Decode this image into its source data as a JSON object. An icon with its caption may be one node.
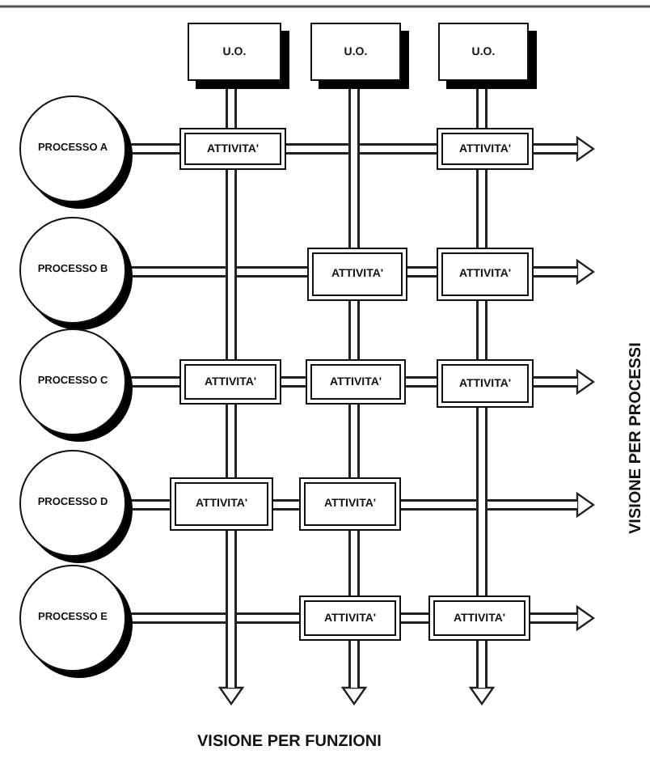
{
  "diagram": {
    "nodes": [
      {
        "text": [
          "U.O."
        ]
      },
      {
        "text": [
          "U.O."
        ]
      },
      {
        "text": [
          "U.O."
        ]
      },
      {
        "text": [
          "PROCESSO A"
        ]
      },
      {
        "text": [
          "PROCESSO B"
        ]
      },
      {
        "text": [
          "PROCESSO C"
        ]
      },
      {
        "text": [
          "PROCESSO D"
        ]
      },
      {
        "text": [
          "PROCESSO E"
        ]
      },
      {
        "text": [
          "ATTIVITA'"
        ]
      },
      {
        "text": [
          "ATTIVITA'"
        ]
      },
      {
        "text": [
          "ATTIVITA'"
        ]
      },
      {
        "text": [
          "ATTIVITA'"
        ]
      },
      {
        "text": [
          "ATTIVITA'"
        ]
      },
      {
        "text": [
          "ATTIVITA'"
        ]
      },
      {
        "text": [
          "ATTIVITA'"
        ]
      },
      {
        "text": [
          "ATTIVITA'"
        ]
      },
      {
        "text": [
          "ATTIVITA'"
        ]
      },
      {
        "text": [
          "ATTIVITA'"
        ]
      },
      {
        "text": [
          "ATTIVITA'"
        ]
      }
    ],
    "edges": [
      {
        "from": 3,
        "to": 8,
        "arrow": "none"
      },
      {
        "from": 8,
        "to": 9,
        "arrow": "none"
      },
      {
        "from": 9,
        "to": null,
        "arrow": "to"
      },
      {
        "from": 4,
        "to": 10,
        "arrow": "none"
      },
      {
        "from": 10,
        "to": 11,
        "arrow": "none"
      },
      {
        "from": 11,
        "to": null,
        "arrow": "to"
      },
      {
        "from": 5,
        "to": 12,
        "arrow": "none"
      },
      {
        "from": 12,
        "to": 13,
        "arrow": "none"
      },
      {
        "from": 13,
        "to": 14,
        "arrow": "none"
      },
      {
        "from": 14,
        "to": null,
        "arrow": "to"
      },
      {
        "from": 6,
        "to": 15,
        "arrow": "none"
      },
      {
        "from": 15,
        "to": 16,
        "arrow": "none"
      },
      {
        "from": 16,
        "to": null,
        "arrow": "to"
      },
      {
        "from": 7,
        "to": 17,
        "arrow": "none"
      },
      {
        "from": 17,
        "to": 18,
        "arrow": "none"
      },
      {
        "from": 18,
        "to": null,
        "arrow": "to"
      },
      {
        "from": 0,
        "to": 8,
        "arrow": "none"
      },
      {
        "from": 8,
        "to": 12,
        "arrow": "none"
      },
      {
        "from": 12,
        "to": 15,
        "arrow": "none"
      },
      {
        "from": 15,
        "to": null,
        "arrow": "to"
      },
      {
        "from": 1,
        "to": 10,
        "arrow": "none"
      },
      {
        "from": 10,
        "to": 13,
        "arrow": "none"
      },
      {
        "from": 13,
        "to": 16,
        "arrow": "none"
      },
      {
        "from": 16,
        "to": 17,
        "arrow": "none"
      },
      {
        "from": 17,
        "to": null,
        "arrow": "to"
      },
      {
        "from": 2,
        "to": 9,
        "arrow": "none"
      },
      {
        "from": 9,
        "to": 11,
        "arrow": "none"
      },
      {
        "from": 11,
        "to": 14,
        "arrow": "none"
      },
      {
        "from": 14,
        "to": 18,
        "arrow": "none"
      },
      {
        "from": 18,
        "to": null,
        "arrow": "to"
      }
    ],
    "labels": [
      "VISIONE PER PROCESSI",
      "VISIONE PER FUNZIONI"
    ]
  }
}
